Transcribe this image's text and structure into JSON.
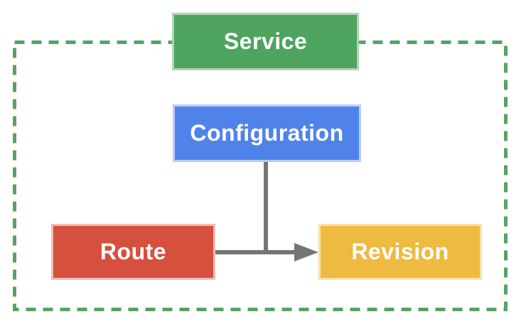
{
  "diagram": {
    "type": "flowchart",
    "nodes": {
      "service": {
        "label": "Service",
        "fill": "#4ea45e",
        "text_color": "#ffffff"
      },
      "configuration": {
        "label": "Configuration",
        "fill": "#5083ea",
        "text_color": "#ffffff"
      },
      "route": {
        "label": "Route",
        "fill": "#d6503e",
        "text_color": "#ffffff"
      },
      "revision": {
        "label": "Revision",
        "fill": "#efba41",
        "text_color": "#ffffff"
      }
    },
    "boundary": {
      "style": "dashed",
      "color": "#55a363",
      "encloses": "Configuration, Route, Revision; Service straddles the top edge"
    },
    "connectors": {
      "configuration_junction": {
        "from": "configuration",
        "shape": "vertical-line",
        "color": "#757575"
      },
      "route_to_revision": {
        "from": "route",
        "to": "revision",
        "shape": "horizontal-arrow",
        "color": "#757575"
      }
    }
  }
}
